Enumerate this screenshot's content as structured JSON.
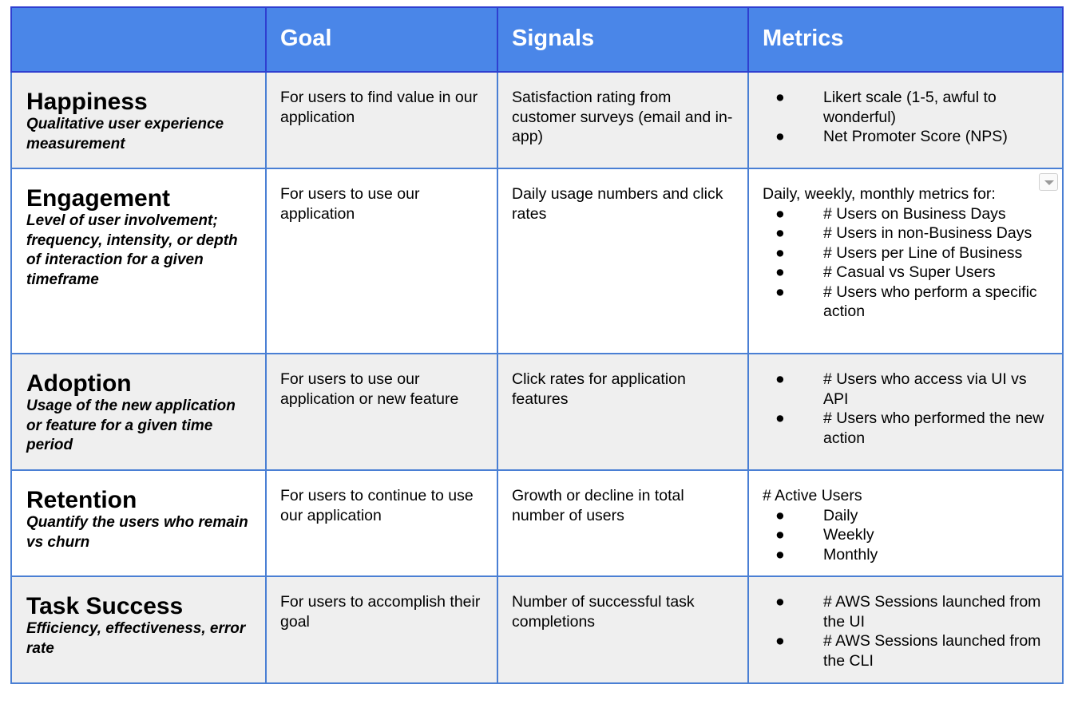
{
  "header": {
    "col1": "",
    "col2": "Goal",
    "col3": "Signals",
    "col4": "Metrics"
  },
  "rows": [
    {
      "title": "Happiness",
      "subtitle": "Qualitative user experience measurement",
      "goal": "For users to find value in our application",
      "signals": "Satisfaction rating from customer surveys (email and in-app)",
      "metrics_intro": "",
      "metrics": [
        "Likert scale (1-5, awful to wonderful)",
        "Net Promoter Score (NPS)"
      ]
    },
    {
      "title": "Engagement",
      "subtitle": "Level of user involvement; frequency, intensity, or depth of interaction for a given timeframe",
      "goal": "For users to use our application",
      "signals": "Daily usage numbers and click rates",
      "metrics_intro": "Daily, weekly, monthly metrics for:",
      "metrics": [
        "# Users on Business Days",
        "# Users in non-Business Days",
        "# Users per Line of Business",
        "# Casual vs Super Users",
        "# Users who perform a specific action"
      ]
    },
    {
      "title": "Adoption",
      "subtitle": "Usage of the new application or feature for a given time period",
      "goal": "For users to use our application or new feature",
      "signals": "Click rates for application features",
      "metrics_intro": "",
      "metrics": [
        "# Users who access via UI vs API",
        "# Users who performed the new action"
      ]
    },
    {
      "title": "Retention",
      "subtitle": "Quantify the users who remain vs churn",
      "goal": "For users to continue to use our application",
      "signals": "Growth or decline in total number of users",
      "metrics_intro": "# Active Users",
      "metrics": [
        "Daily",
        "Weekly",
        "Monthly"
      ]
    },
    {
      "title": "Task Success",
      "subtitle": "Efficiency, effectiveness, error rate",
      "goal": "For users to accomplish their goal",
      "signals": "Number of successful task completions",
      "metrics_intro": "",
      "metrics": [
        "# AWS Sessions launched from the UI",
        "# AWS Sessions launched from the CLI"
      ]
    }
  ],
  "bullet": "●",
  "colors": {
    "header_bg": "#4a86e8",
    "border": "#4a7fd4",
    "gray_row": "#efefef"
  }
}
